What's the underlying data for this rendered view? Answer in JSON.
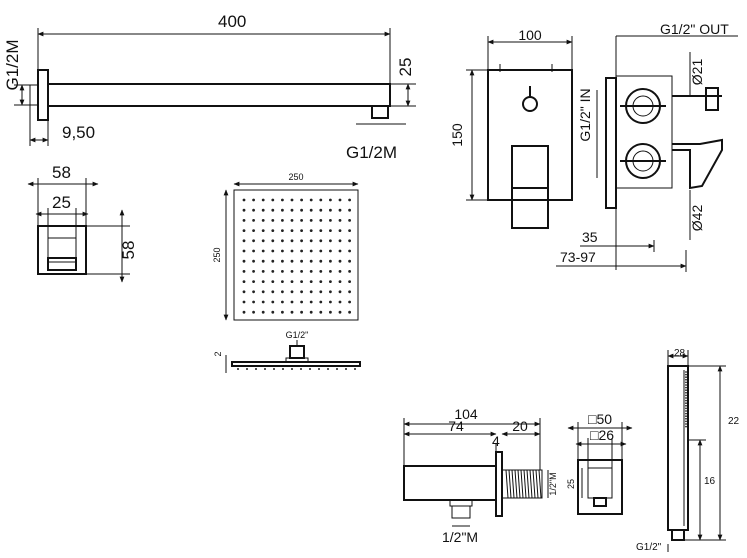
{
  "shower_arm": {
    "length": "400",
    "thread_top": "G1/2M",
    "height": "25",
    "offset": "9,50",
    "thread_bottom": "G1/2M",
    "flange": "58",
    "tube": "25",
    "flange_height": "58"
  },
  "shower_head": {
    "width": "250",
    "height": "250",
    "thickness": "2",
    "thread": "G1/2\""
  },
  "mixer": {
    "width": "100",
    "outlet": "G1/2\" OUT",
    "height": "150",
    "inlet": "G1/2\" IN",
    "diameter_top": "Ø21",
    "diameter_bottom": "Ø42",
    "depth_min": "35",
    "depth_range": "73-97"
  },
  "wall_outlet": {
    "total": "104",
    "body": "74",
    "tail": "20",
    "plate": "4",
    "thread_side": "1/2\"M",
    "thread_bottom": "1/2\"M",
    "front_outer": "□50",
    "front_inner": "□26",
    "front_height": "25"
  },
  "hand_shower": {
    "width": "28",
    "length": "22",
    "grip": "16",
    "thread": "G1/2\""
  }
}
